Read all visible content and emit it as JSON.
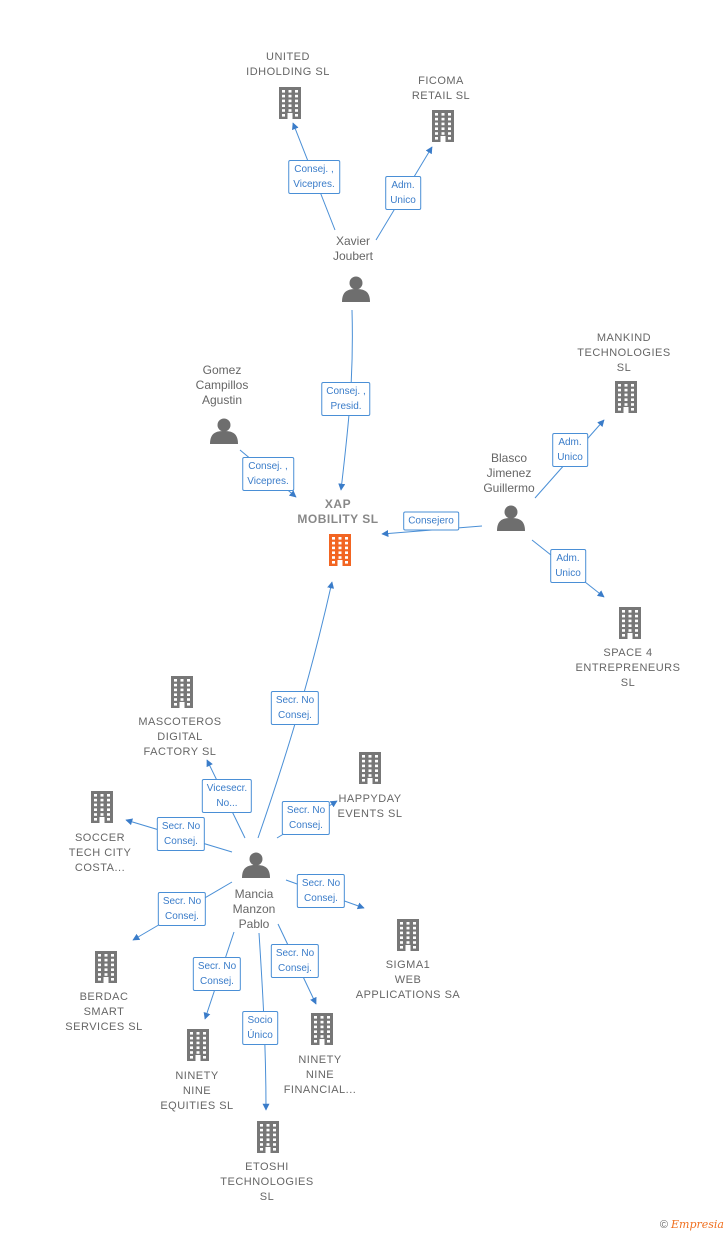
{
  "center": {
    "id": "xap",
    "label": "XAP\nMOBILITY  SL",
    "color": "#f26522"
  },
  "companies": [
    {
      "id": "united",
      "label": "UNITED\nIDHOLDING  SL"
    },
    {
      "id": "ficoma",
      "label": "FICOMA\nRETAIL  SL"
    },
    {
      "id": "mankind",
      "label": "MANKIND\nTECHNOLOGIES\nSL"
    },
    {
      "id": "space4",
      "label": "SPACE 4\nENTREPRENEURS\nSL"
    },
    {
      "id": "mascot",
      "label": "MASCOTEROS\nDIGITAL\nFACTORY  SL"
    },
    {
      "id": "happyday",
      "label": "HAPPYDAY\nEVENTS  SL"
    },
    {
      "id": "soccer",
      "label": "SOCCER\nTECH CITY\nCOSTA..."
    },
    {
      "id": "sigma1",
      "label": "SIGMA1\nWEB\nAPPLICATIONS SA"
    },
    {
      "id": "berdac",
      "label": "BERDAC\nSMART\nSERVICES  SL"
    },
    {
      "id": "ninetyfin",
      "label": "NINETY\nNINE\nFINANCIAL..."
    },
    {
      "id": "ninetyeq",
      "label": "NINETY\nNINE\nEQUITIES  SL"
    },
    {
      "id": "etoshi",
      "label": "ETOSHI\nTECHNOLOGIES\nSL"
    }
  ],
  "persons": [
    {
      "id": "xavier",
      "label": "Xavier\nJoubert"
    },
    {
      "id": "gomez",
      "label": "Gomez\nCampillos\nAgustin"
    },
    {
      "id": "blasco",
      "label": "Blasco\nJimenez\nGuillermo"
    },
    {
      "id": "mancia",
      "label": "Mancia\nManzon\nPablo"
    }
  ],
  "edges": [
    {
      "id": "e1",
      "from": "xavier",
      "to": "united",
      "label": "Consej. ,\nVicepres."
    },
    {
      "id": "e2",
      "from": "xavier",
      "to": "ficoma",
      "label": "Adm.\nUnico"
    },
    {
      "id": "e3",
      "from": "xavier",
      "to": "xap",
      "label": "Consej. ,\nPresid."
    },
    {
      "id": "e4",
      "from": "gomez",
      "to": "xap",
      "label": "Consej. ,\nVicepres."
    },
    {
      "id": "e5",
      "from": "blasco",
      "to": "xap",
      "label": "Consejero"
    },
    {
      "id": "e6",
      "from": "blasco",
      "to": "mankind",
      "label": "Adm.\nUnico"
    },
    {
      "id": "e7",
      "from": "blasco",
      "to": "space4",
      "label": "Adm.\nUnico"
    },
    {
      "id": "e8",
      "from": "mancia",
      "to": "xap",
      "label": "Secr.  No\nConsej."
    },
    {
      "id": "e9",
      "from": "mancia",
      "to": "mascot",
      "label": "Vicesecr.\nNo..."
    },
    {
      "id": "e10",
      "from": "mancia",
      "to": "happyday",
      "label": "Secr.  No\nConsej."
    },
    {
      "id": "e11",
      "from": "mancia",
      "to": "soccer",
      "label": "Secr.  No\nConsej."
    },
    {
      "id": "e12",
      "from": "mancia",
      "to": "sigma1",
      "label": "Secr.  No\nConsej."
    },
    {
      "id": "e13",
      "from": "mancia",
      "to": "berdac",
      "label": "Secr.  No\nConsej."
    },
    {
      "id": "e14",
      "from": "mancia",
      "to": "ninetyfin",
      "label": "Secr.  No\nConsej."
    },
    {
      "id": "e15",
      "from": "mancia",
      "to": "ninetyeq",
      "label": "Secr.  No\nConsej."
    },
    {
      "id": "e16",
      "from": "mancia",
      "to": "etoshi",
      "label": "Socio\nÚnico"
    }
  ],
  "footer": {
    "copyright": "©",
    "brand": "Empresia"
  }
}
